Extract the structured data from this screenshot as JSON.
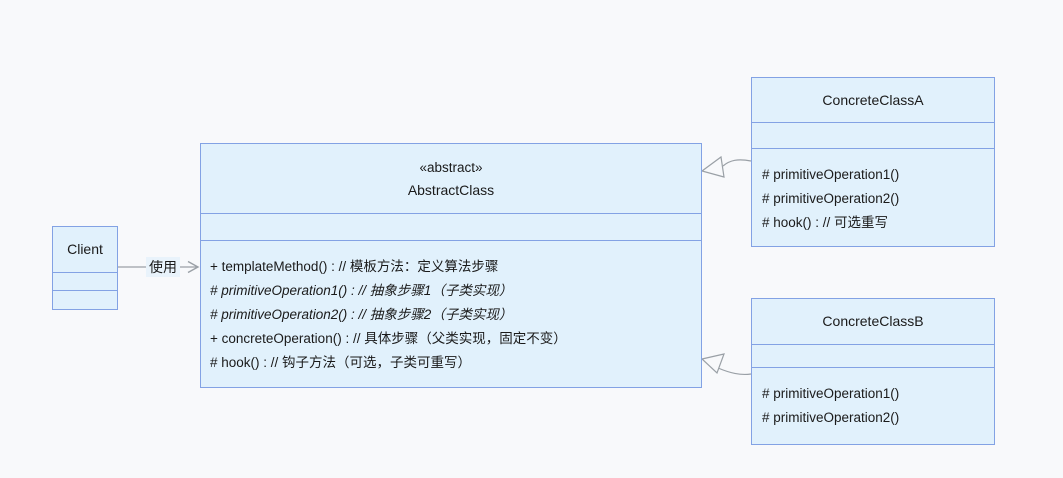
{
  "colors": {
    "background": "#f8f9fb",
    "node_fill": "#e1f1fc",
    "node_border": "#83a2e4",
    "edge": "#9aa0a6",
    "text": "#1a1a1a"
  },
  "client": {
    "name": "Client"
  },
  "abstract_class": {
    "stereotype": "«abstract»",
    "name": "AbstractClass",
    "methods": [
      {
        "text": "+ templateMethod() : // 模板方法：定义算法步骤",
        "italic": false
      },
      {
        "text": "# primitiveOperation1() : // 抽象步骤1（子类实现）",
        "italic": true
      },
      {
        "text": "# primitiveOperation2() : // 抽象步骤2（子类实现）",
        "italic": true
      },
      {
        "text": "+ concreteOperation() : // 具体步骤（父类实现，固定不变）",
        "italic": false
      },
      {
        "text": "# hook() : // 钩子方法（可选，子类可重写）",
        "italic": false
      }
    ]
  },
  "concrete_class_a": {
    "name": "ConcreteClassA",
    "methods": [
      {
        "text": "# primitiveOperation1()"
      },
      {
        "text": "# primitiveOperation2()"
      },
      {
        "text": "# hook() : // 可选重写"
      }
    ]
  },
  "concrete_class_b": {
    "name": "ConcreteClassB",
    "methods": [
      {
        "text": "# primitiveOperation1()"
      },
      {
        "text": "# primitiveOperation2()"
      }
    ]
  },
  "edges": {
    "client_use_label": "使用"
  }
}
